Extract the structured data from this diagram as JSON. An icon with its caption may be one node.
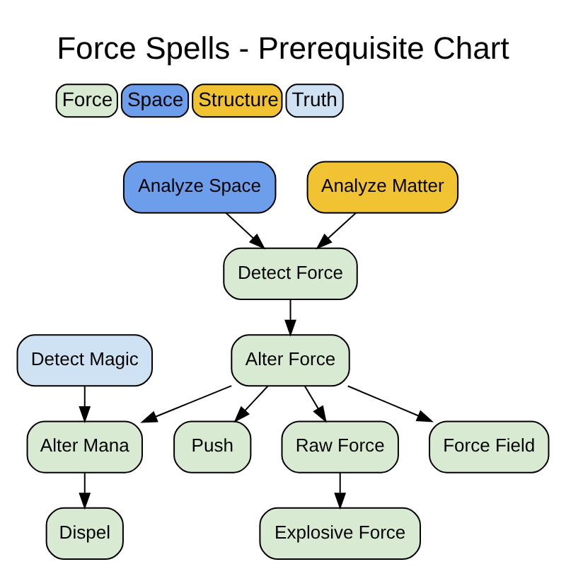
{
  "diagram": {
    "title": "Force Spells - Prerequisite Chart",
    "nodes": [
      {
        "text": [
          "Analyze Space"
        ]
      },
      {
        "text": [
          "Analyze Matter"
        ]
      },
      {
        "text": [
          "Detect Force"
        ]
      },
      {
        "text": [
          "Detect Magic"
        ]
      },
      {
        "text": [
          "Alter Force"
        ]
      },
      {
        "text": [
          "Alter Mana"
        ]
      },
      {
        "text": [
          "Push"
        ]
      },
      {
        "text": [
          "Dispel"
        ]
      },
      {
        "text": [
          "Raw Force"
        ]
      },
      {
        "text": [
          "Force Field"
        ]
      },
      {
        "text": [
          "Explosive Force"
        ]
      }
    ],
    "edges": [
      {
        "from": 0,
        "to": 2,
        "arrow": "to"
      },
      {
        "from": 1,
        "to": 2,
        "arrow": "to"
      },
      {
        "from": 2,
        "to": 4,
        "arrow": "to"
      },
      {
        "from": 3,
        "to": 5,
        "arrow": "to"
      },
      {
        "from": 4,
        "to": 5,
        "arrow": "to"
      },
      {
        "from": 4,
        "to": 6,
        "arrow": "to"
      },
      {
        "from": 4,
        "to": 9,
        "arrow": "to"
      },
      {
        "from": 4,
        "to": 8,
        "arrow": "to"
      },
      {
        "from": 5,
        "to": 7,
        "arrow": "to"
      },
      {
        "from": 8,
        "to": 10,
        "arrow": "to"
      }
    ],
    "legend": [
      {
        "text": "Force",
        "color": "#d9ead3"
      },
      {
        "text": "Space",
        "color": "#6d9eeb"
      },
      {
        "text": "Structure",
        "color": "#f1c232"
      },
      {
        "text": "Truth",
        "color": "#cfe2f3"
      }
    ]
  }
}
